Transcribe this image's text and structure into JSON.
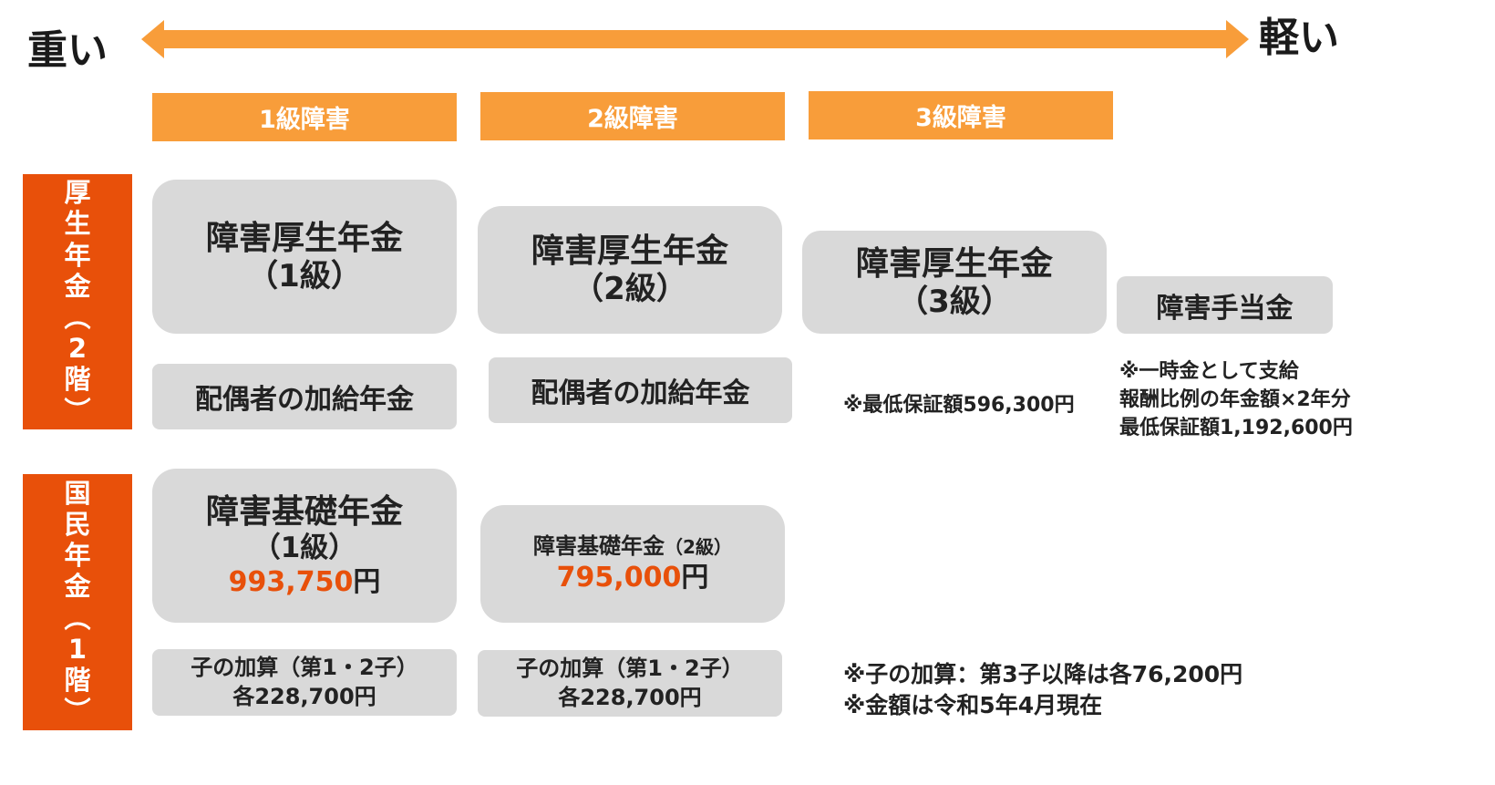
{
  "scale": {
    "heavy": "重い",
    "light": "軽い"
  },
  "colors": {
    "accent_orange": "#f89d3a",
    "side_orange": "#e8500a",
    "box_gray": "#d9d9d9",
    "amount": "#e8500a"
  },
  "grades": [
    "1級障害",
    "2級障害",
    "3級障害"
  ],
  "kosei_label": [
    "厚",
    "生",
    "年",
    "金",
    "︵",
    "2",
    "階",
    "︶"
  ],
  "kokumin_label": [
    "国",
    "民",
    "年",
    "金",
    "︵",
    "1",
    "階",
    "︶"
  ],
  "kosei": {
    "g1": {
      "title": "障害厚生年金",
      "grade": "（1級）"
    },
    "g2": {
      "title": "障害厚生年金",
      "grade": "（2級）"
    },
    "g3": {
      "title": "障害厚生年金",
      "grade": "（3級）"
    },
    "teate": "障害手当金",
    "spouse1": "配偶者の加給年金",
    "spouse2": "配偶者の加給年金",
    "min3": "※最低保証額596,300円",
    "teate_notes": [
      "※一時金として支給",
      "報酬比例の年金額×2年分",
      "最低保証額1,192,600円"
    ]
  },
  "kokumin": {
    "g1": {
      "title": "障害基礎年金",
      "grade": "（1級）",
      "amount": "993,750",
      "unit": "円"
    },
    "g2": {
      "title": "障害基礎年金",
      "grade": "（2級）",
      "amount": "795,000",
      "unit": "円"
    },
    "child1": [
      "子の加算（第1・2子）",
      "各228,700円"
    ],
    "child2": [
      "子の加算（第1・2子）",
      "各228,700円"
    ],
    "notes": [
      "※子の加算：第3子以降は各76,200円",
      "※金額は令和5年4月現在"
    ]
  }
}
